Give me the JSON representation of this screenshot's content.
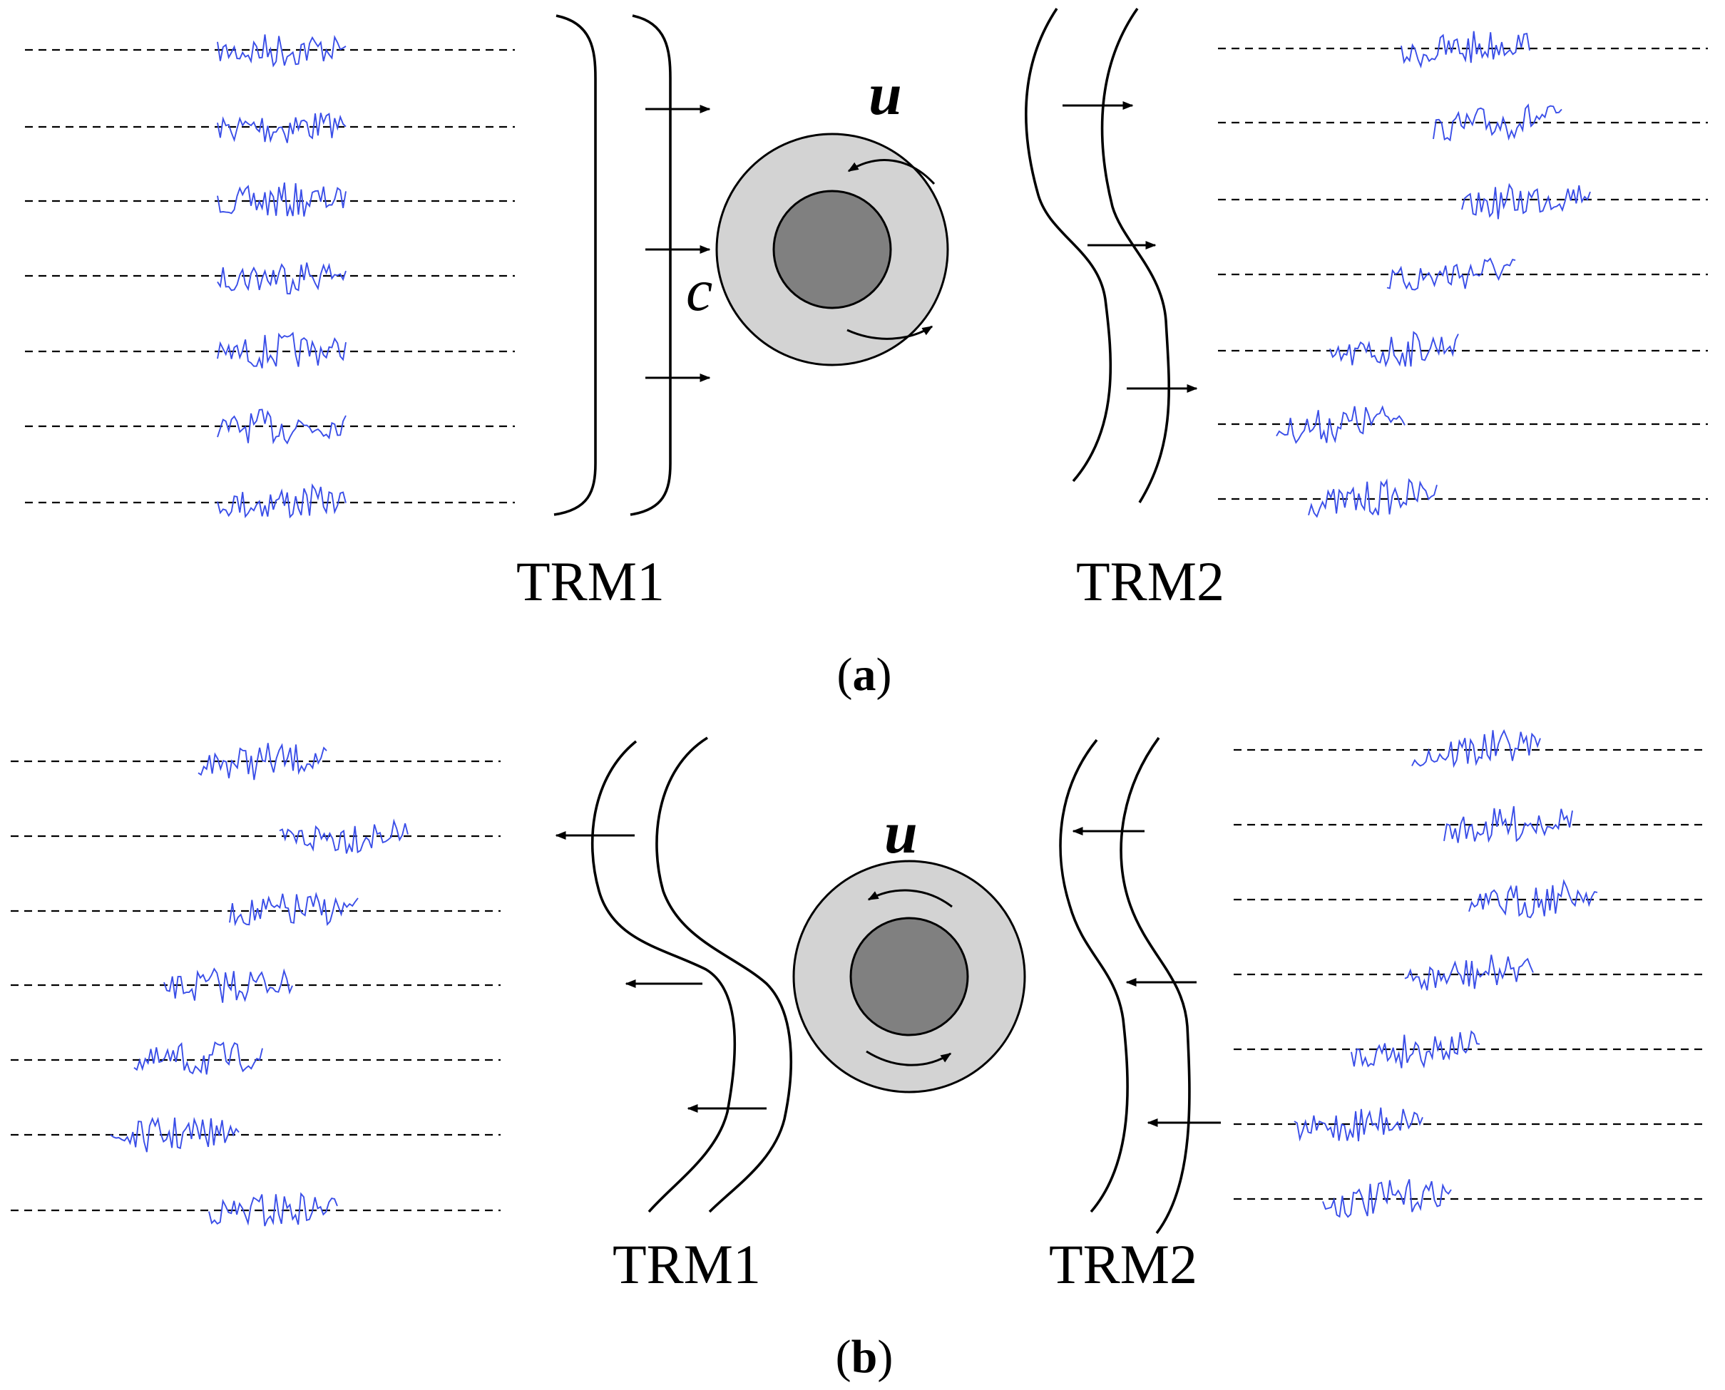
{
  "panels": [
    {
      "id": "a",
      "caption_open": "(",
      "caption_letter": "a",
      "caption_close": ")",
      "trm1_label": "TRM1",
      "trm2_label": "TRM2",
      "rotation_symbol": "u",
      "speed_symbol": "c"
    },
    {
      "id": "b",
      "caption_open": "(",
      "caption_letter": "b",
      "caption_close": ")",
      "trm1_label": "TRM1",
      "trm2_label": "TRM2",
      "rotation_symbol": "u"
    }
  ],
  "colors": {
    "signal_trace": "#3a4ee8",
    "outer_ring": "#d3d3d3",
    "inner_core": "#808080",
    "line": "#000000"
  },
  "icons": {
    "rotation": "curved-arrow-icon",
    "propagation": "right-arrow-icon",
    "reversal": "left-arrow-icon"
  }
}
